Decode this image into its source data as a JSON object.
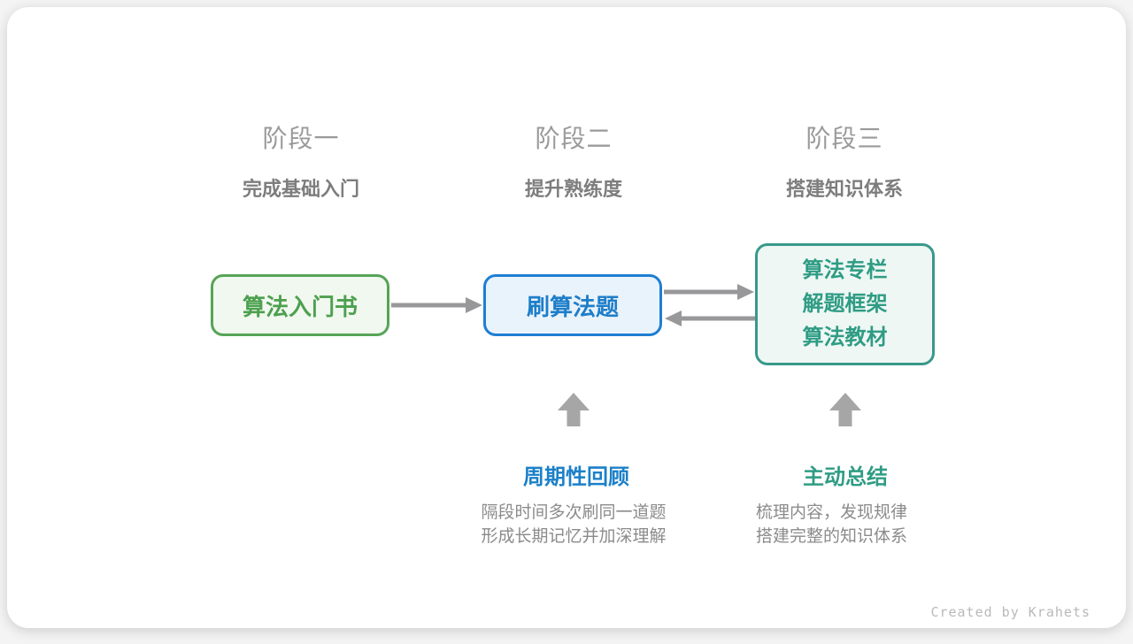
{
  "credit": "Created by Krahets",
  "stages": [
    {
      "title": "阶段一",
      "subtitle": "完成基础入门"
    },
    {
      "title": "阶段二",
      "subtitle": "提升熟练度"
    },
    {
      "title": "阶段三",
      "subtitle": "搭建知识体系"
    }
  ],
  "nodes": {
    "intro_book": {
      "label": "算法入门书",
      "accent": "#4da04f"
    },
    "practice": {
      "label": "刷算法题",
      "accent": "#1e7ec8"
    },
    "knowledge": {
      "lines": [
        "算法专栏",
        "解题框架",
        "算法教材"
      ],
      "accent": "#2f9c84"
    }
  },
  "callouts": [
    {
      "title": "周期性回顾",
      "color": "#1b80c8",
      "lines": [
        "隔段时间多次刷同一道题",
        "形成长期记忆并加深理解"
      ]
    },
    {
      "title": "主动总结",
      "color": "#2f9c84",
      "lines": [
        "梳理内容，发现规律",
        "搭建完整的知识体系"
      ]
    }
  ],
  "colors": {
    "arrow": "#98989a",
    "block_arrow": "#a6a6a6",
    "stage_title": "#9a9a9a",
    "stage_subtitle": "#7d7d7d",
    "description": "#8b8b8b",
    "green_border": "#56a457",
    "green_bg": "#f1f8ef",
    "blue_border": "#1e7ed2",
    "blue_bg": "#e9f3fc",
    "teal_border": "#38998a",
    "teal_bg": "#eef7f4",
    "credit": "#b9b9b9"
  }
}
